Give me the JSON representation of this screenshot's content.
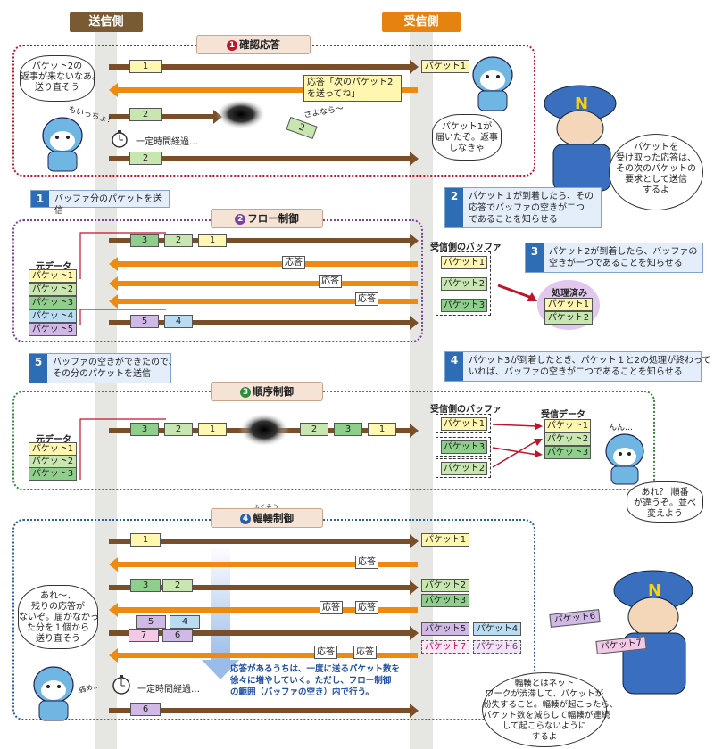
{
  "headers": {
    "sender": "送信側",
    "receiver": "受信側"
  },
  "colors": {
    "sender_header": "#7a5a33",
    "receiver_header": "#e6820e",
    "ack_panel": "#c0142a",
    "flow_panel": "#7b3fa8",
    "order_panel": "#2f8a3a",
    "congestion_panel": "#2d5fa8"
  },
  "sections": {
    "ack": {
      "num": "1",
      "title": "確認応答"
    },
    "flow": {
      "num": "2",
      "title": "フロー制御"
    },
    "order": {
      "num": "3",
      "title": "順序制御"
    },
    "congestion": {
      "num": "4",
      "title": "輻輳制御",
      "ruby": "ふくそう"
    }
  },
  "ack": {
    "pkt1": "1",
    "recv1": "パケット1",
    "reply": "応答「次のパケット2\nを送ってね」",
    "pkt2": "2",
    "pkt2_lost": "2",
    "pkt2_resend": "2",
    "sayonara": "さよなら～",
    "moi": "もいっちょ！",
    "timer": "一定時間経過…",
    "left_bubble": "パケット2の\n返事が来ないなあ。\n送り直そう",
    "right_bubble": "パケット1が\n届いたぞ。返事\nしなきゃ",
    "guide_bubble": "パケットを\n受け取った応答は、\nその次のパケットの\n要求として送信\nするよ"
  },
  "flow": {
    "note1": "バッファ分のパケットを送信",
    "note2": "パケット１が到着したら、その\n応答でバッファの空きが二つ\nであることを知らせる",
    "note3": "パケット2が到着したら、バッファの\n空きが一つであることを知らせる",
    "note4": "パケット3が到着したとき、パケット１と2の処理が終わって\nいれば、バッファの空きが二つであることを知らせる",
    "note5": "バッファの空きができたので、\nその分のパケットを送信",
    "src_title": "元データ",
    "src": [
      "パケット1",
      "パケット2",
      "パケット3",
      "パケット4",
      "パケット5"
    ],
    "sent1": [
      "3",
      "2",
      "1"
    ],
    "sent2": [
      "5",
      "4"
    ],
    "acks": [
      "応答",
      "応答",
      "応答"
    ],
    "buffer_title": "受信側のバッファ",
    "buffer": [
      "パケット1",
      "パケット2",
      "パケット3"
    ],
    "done_title": "処理済み",
    "done": [
      "パケット1",
      "パケット2"
    ]
  },
  "order": {
    "src_title": "元データ",
    "src": [
      "パケット1",
      "パケット2",
      "パケット3"
    ],
    "sent": [
      "3",
      "2",
      "1"
    ],
    "arrived": [
      "2",
      "3",
      "1"
    ],
    "buffer_title": "受信側のバッファ",
    "buffer": [
      "パケット1",
      "パケット3",
      "パケット2"
    ],
    "recv_title": "受信データ",
    "recv": [
      "パケット1",
      "パケット2",
      "パケット3"
    ],
    "thinking": "んん…",
    "bubble": "あれ？ 順番\nが違うぞ。並べ\n変えよう"
  },
  "congestion": {
    "p1": "1",
    "r1": "パケット1",
    "ack1": "応答",
    "p2": [
      "3",
      "2"
    ],
    "r2": "パケット2",
    "r3": "パケット3",
    "acks2": [
      "応答",
      "応答"
    ],
    "p3top": [
      "5",
      "4"
    ],
    "p3bot": [
      "7",
      "6"
    ],
    "r5": "パケット5",
    "r4": "パケット4",
    "acks3": [
      "応答",
      "応答"
    ],
    "lost7": "パケット7",
    "lost6": "パケット6",
    "p6": "6",
    "timer": "一定時間経過…",
    "sigh": "弱め…",
    "left_bubble": "あれ～、\n残りの応答が\nないぞ。届かなかっ\nた分を１個から\n送り直そう",
    "explain": "応答があるうちは、一度に送るパケット数を\n徐々に増やしていく。ただし、フロー制御\nの範囲（バッファの空き）内で行う。",
    "guide_bubble": "輻輳とはネット\nワークが渋滞して、パケットが\n紛失すること。輻輳が起こったら、\nパケット数を減らして輻輳が連続\nして起こらないように\nするよ",
    "held1": "パケット6",
    "held2": "パケット7"
  }
}
